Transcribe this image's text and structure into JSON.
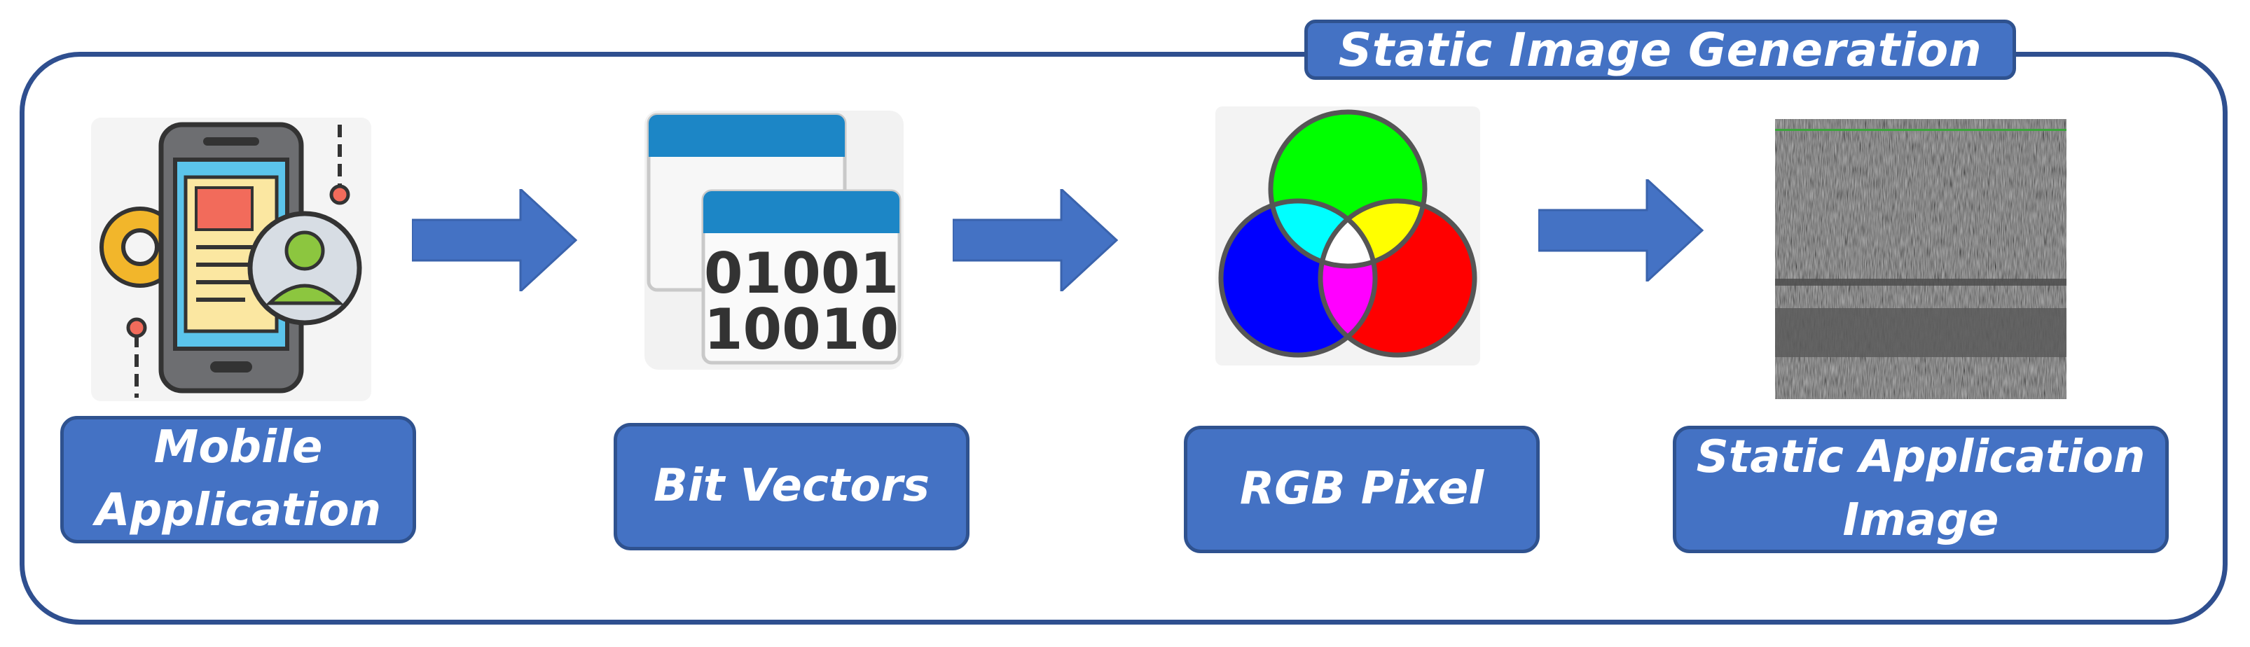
{
  "title": "Static Image Generation",
  "steps": [
    {
      "label": "Mobile\nApplication",
      "icon": "mobile-app-icon"
    },
    {
      "label": "Bit Vectors",
      "icon": "bit-vectors-icon"
    },
    {
      "label": "RGB Pixel",
      "icon": "rgb-pixel-icon"
    },
    {
      "label": "Static Application\nImage",
      "icon": "static-app-image"
    }
  ],
  "bit_rows": [
    "01001",
    "10010"
  ],
  "colors": {
    "box_fill": "#4472c4",
    "box_border": "#2f528f",
    "frame": "#2f4f8f",
    "arrow": "#4472c4"
  }
}
